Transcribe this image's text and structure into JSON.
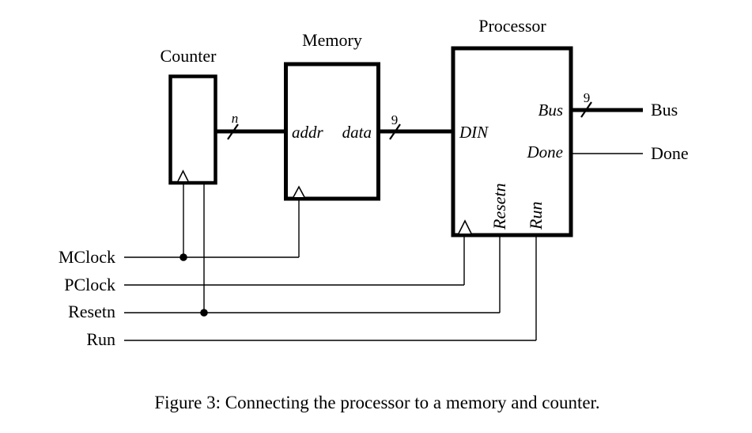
{
  "blocks": {
    "counter": {
      "label": "Counter"
    },
    "memory": {
      "label": "Memory",
      "addr_port": "addr",
      "data_port": "data"
    },
    "processor": {
      "label": "Processor",
      "din_port": "DIN",
      "bus_port": "Bus",
      "done_port": "Done",
      "resetn_port": "Resetn",
      "run_port": "Run"
    }
  },
  "signals": {
    "mclock": "MClock",
    "pclock": "PClock",
    "resetn": "Resetn",
    "run": "Run"
  },
  "outputs": {
    "bus": "Bus",
    "done": "Done"
  },
  "bus_widths": {
    "counter_to_memory": "n",
    "memory_to_processor": "9",
    "processor_out": "9"
  },
  "caption": "Figure 3: Connecting the processor to a memory and counter.",
  "colors": {
    "ink": "#000000",
    "background": "#ffffff"
  }
}
